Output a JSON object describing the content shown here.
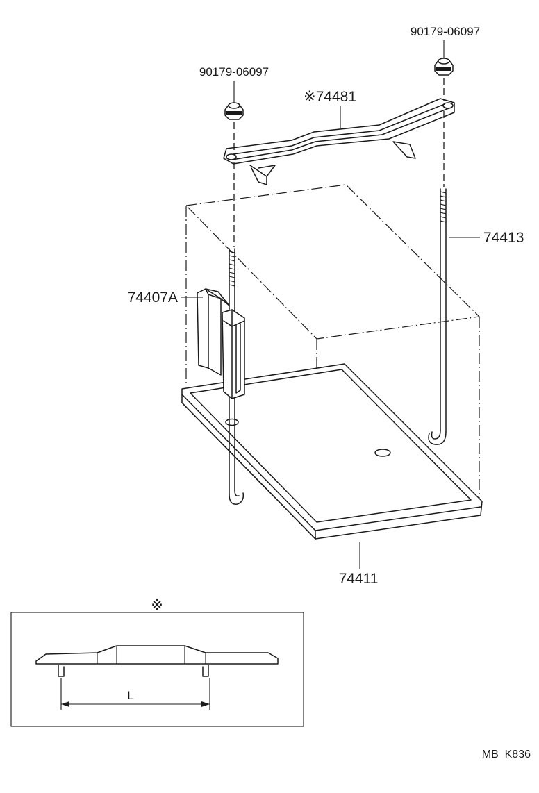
{
  "parts": {
    "nut_left": "90179-06097",
    "nut_right": "90179-06097",
    "clamp": "※74481",
    "rod_right": "74413",
    "rod_left_with_insulator": "74407A",
    "tray": "74411"
  },
  "detail": {
    "mark": "※",
    "dimension_label": "L"
  },
  "footer": {
    "code": "MB  K836"
  }
}
